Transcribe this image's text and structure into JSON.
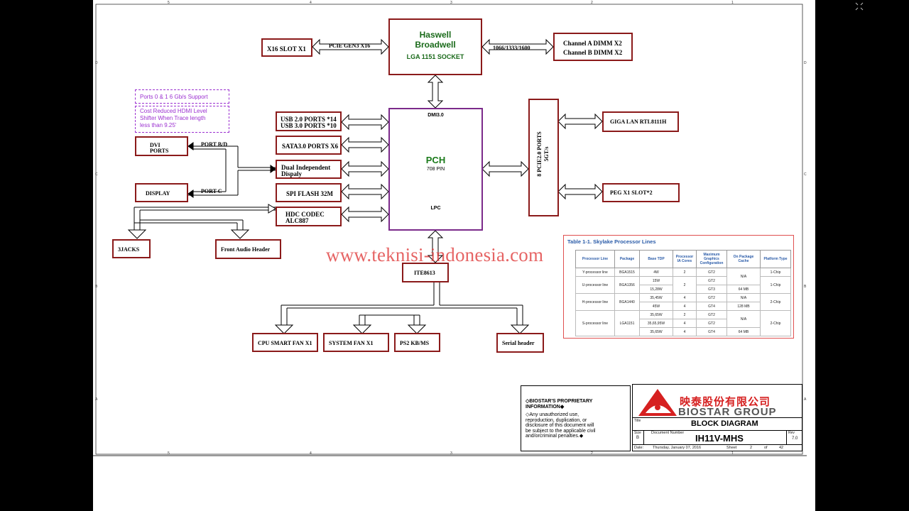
{
  "watermark": "www.teknisi-indonesia.com",
  "window_corner_icon": "expand-arrows-icon",
  "ruler": {
    "top": [
      "5",
      "4",
      "3",
      "2",
      "1"
    ],
    "bottom": [
      "5",
      "4",
      "3",
      "2",
      "1"
    ],
    "side": [
      "D",
      "C",
      "B",
      "A"
    ]
  },
  "blocks": {
    "cpu": {
      "line1": "Haswell",
      "line2": "Broadwell",
      "line3": "LGA 1151 SOCKET"
    },
    "x16slot": "X16 SLOT X1",
    "pcie_gen3": "PCIE GEN3 X16",
    "mem_speed": "1066/1333/1600",
    "dimm_a": "Channel A DIMM X2",
    "dimm_b": "Channel B DIMM X2",
    "pch_title": "PCH",
    "pch_pins": "708 PIN",
    "dmi": "DMI3.0",
    "lpc": "LPC",
    "usb_1": "USB 2.0 PORTS *14",
    "usb_2": "USB 3.0 PORTS *10",
    "sata": "SATA3.0 PORTS X6",
    "dual_1": "Dual Independent",
    "dual_2": "Dispaly",
    "spi": "SPI FLASH 32M",
    "hdc_1": "HDC CODEC",
    "hdc_2": "ALC887",
    "dvi_1": "DVI",
    "dvi_2": "PORTS",
    "display": "DISPLAY",
    "port_bd": "PORT B/D",
    "port_c": "PORT C",
    "jacks": "3JACKS",
    "front_audio": "Front Audio Header",
    "pcie_ports": "8 PCIE2.0 PORTS",
    "pcie_speed": "5GT/s",
    "lan": "GIGA LAN RTL8111H",
    "peg": "PEG X1 SLOT*2",
    "ite": "ITE8613",
    "cpu_fan": "CPU SMART FAN X1",
    "sys_fan": "SYSTEM FAN X1",
    "ps2": "PS2 KB/MS",
    "serial": "Serial header"
  },
  "notes": {
    "note1": "Ports 0 & 1 6 Gb/s Support",
    "note2_1": "Cost Reduced HDMI Level",
    "note2_2": "Shifter When Trace length",
    "note2_3": "less than 9.25'"
  },
  "proc_table": {
    "title": "Table 1-1.     Skylake Processor Lines",
    "headers": [
      "Processor Line",
      "Package",
      "Base TDP",
      "Processor IA Cores",
      "Maximum Graphics Configuration",
      "On Package Cache",
      "Platform Type"
    ],
    "rows": [
      [
        "Y-processor line",
        "BGA1515",
        "4W",
        "2",
        "GT2",
        "N/A",
        "1-Chip"
      ],
      [
        "U-processor line",
        "BGA1356",
        "15W",
        "2",
        "GT2",
        "",
        "1-Chip"
      ],
      [
        "",
        "",
        "15,28W",
        "",
        "GT3",
        "64 MB",
        ""
      ],
      [
        "H-processor line",
        "BGA1440",
        "35,45W",
        "4",
        "GT2",
        "N/A",
        "2-Chip"
      ],
      [
        "",
        "",
        "45W",
        "4",
        "GT4",
        "128 MB",
        ""
      ],
      [
        "S-processor line",
        "LGA1151",
        "35,65W",
        "2",
        "GT2",
        "N/A",
        "2-Chip"
      ],
      [
        "",
        "",
        "35,65,95W",
        "4",
        "GT2",
        "",
        ""
      ],
      [
        "",
        "",
        "35,65W",
        "4",
        "GT4",
        "64 MB",
        ""
      ]
    ]
  },
  "title_block": {
    "prop_1": "◇BIOSTAR'S PROPRIETARY",
    "prop_2": "INFORMATION◆",
    "prop_3": "◇Any unauthorized use,",
    "prop_4": "reproduction, duplication, or",
    "prop_5": "disclosure of this document will",
    "prop_6": "be subject to the applicable civil",
    "prop_7": "and/orcriminal penalties.◆",
    "company_cn": "映泰股份有限公司",
    "company_en": "BIOSTAR GROUP",
    "title_label": "Title",
    "title": "BLOCK DIAGRAM",
    "size_label": "Size",
    "size": "B",
    "docnum_label": "Document Number",
    "docnum": "IH11V-MHS",
    "rev_label": "Rev",
    "rev": "7.0",
    "date_label": "Date:",
    "date": "Thursday, January 07, 2016",
    "sheet_label": "Sheet",
    "sheet": "2",
    "of_label": "of",
    "of": "42"
  },
  "colors": {
    "block_border": "#8b1a1a",
    "note": "#9b30d0",
    "pch_border": "#7b2a8a",
    "table_border": "#e05050",
    "watermark": "#dc2828",
    "green_text": "#1a7a1a"
  }
}
